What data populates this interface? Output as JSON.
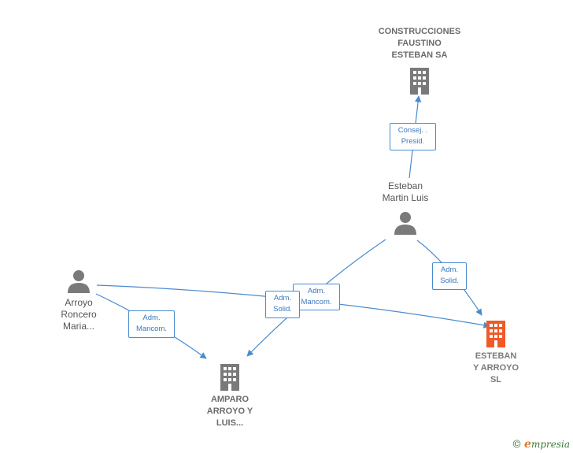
{
  "nodes": {
    "construcciones": {
      "lines": [
        "CONSTRUCCIONES",
        "FAUSTINO",
        "ESTEBAN SA"
      ],
      "type": "company",
      "color": "#7a7a7a"
    },
    "esteban_martin": {
      "lines": [
        "Esteban",
        "Martin Luis"
      ],
      "type": "person",
      "color": "#7a7a7a"
    },
    "arroyo_roncero": {
      "lines": [
        "Arroyo",
        "Roncero",
        "Maria..."
      ],
      "type": "person",
      "color": "#7a7a7a"
    },
    "amparo": {
      "lines": [
        "AMPARO",
        "ARROYO Y",
        "LUIS..."
      ],
      "type": "company",
      "color": "#7a7a7a"
    },
    "esteban_arroyo": {
      "lines": [
        "ESTEBAN",
        "Y ARROYO",
        "SL"
      ],
      "type": "company",
      "color": "#f05a28"
    }
  },
  "edges": [
    {
      "from": "esteban_martin",
      "to": "construcciones",
      "label": [
        "Consej. .",
        "Presid."
      ]
    },
    {
      "from": "esteban_martin",
      "to": "esteban_arroyo",
      "label": [
        "Adm.",
        "Solid."
      ]
    },
    {
      "from": "esteban_martin",
      "to": "amparo",
      "label": [
        "Adm.",
        "Mancom."
      ]
    },
    {
      "from": "arroyo_roncero",
      "to": "esteban_arroyo",
      "label": [
        "Adm.",
        "Solid."
      ]
    },
    {
      "from": "arroyo_roncero",
      "to": "amparo",
      "label": [
        "Adm.",
        "Mancom."
      ]
    }
  ],
  "edge_color": "#4a8bd0",
  "watermark": {
    "symbol": "©",
    "brand_initial": "e",
    "brand_rest": "mpresia"
  }
}
